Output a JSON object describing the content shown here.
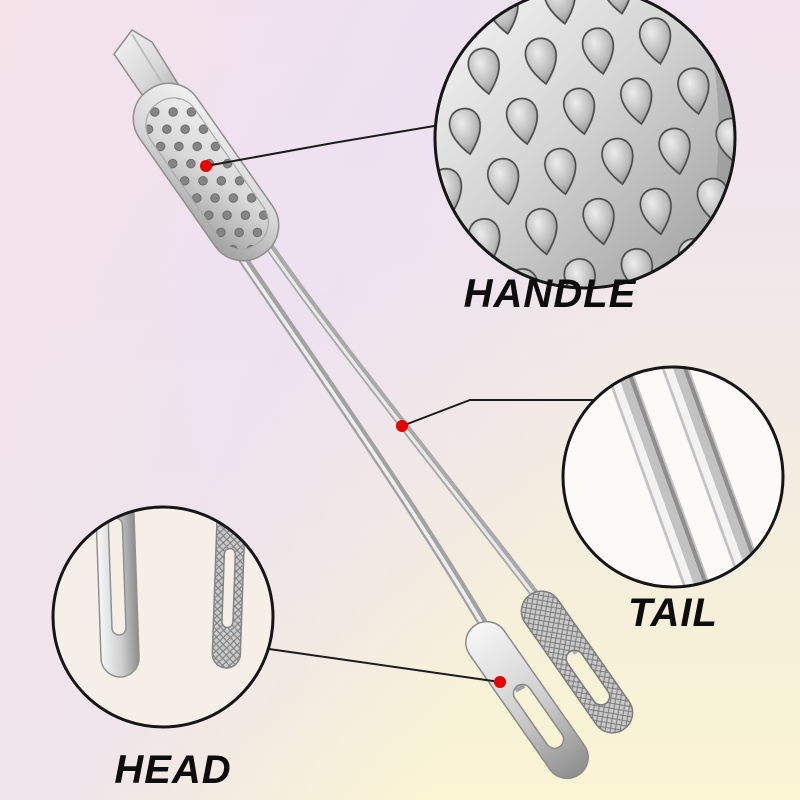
{
  "callouts": {
    "handle": {
      "label": "HANDLE"
    },
    "tail": {
      "label": "TAIL"
    },
    "head": {
      "label": "HEAD"
    }
  },
  "colors": {
    "marker_red": "#e60000",
    "connector_black": "#1c1c1c",
    "circle_border": "#161616",
    "label_text": "#0d0d0d"
  }
}
